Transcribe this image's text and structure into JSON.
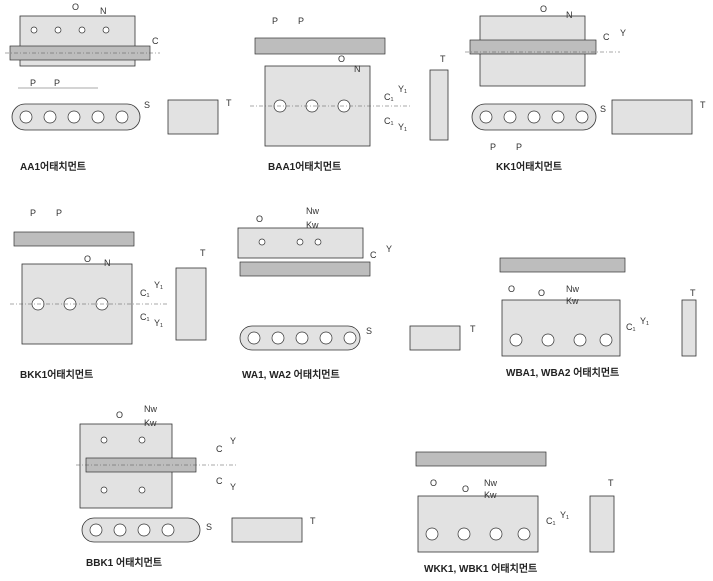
{
  "captions": {
    "aa1": "AA1어태치먼트",
    "baa1": "BAA1어태치먼트",
    "kk1": "KK1어태치먼트",
    "bkk1": "BKK1어태치먼트",
    "wa1": "WA1, WA2 어태치먼트",
    "wba1": "WBA1, WBA2 어태치먼트",
    "bbk1": "BBK1 어태치먼트",
    "wkk1": "WKK1, WBK1 어태치먼트"
  },
  "dims": {
    "O": "O",
    "N": "N",
    "P": "P",
    "C": "C",
    "C1": "C₁",
    "Y": "Y",
    "Y1": "Y₁",
    "S": "S",
    "T": "T",
    "Nw": "Nᴡ",
    "Kw": "Kᴡ"
  }
}
